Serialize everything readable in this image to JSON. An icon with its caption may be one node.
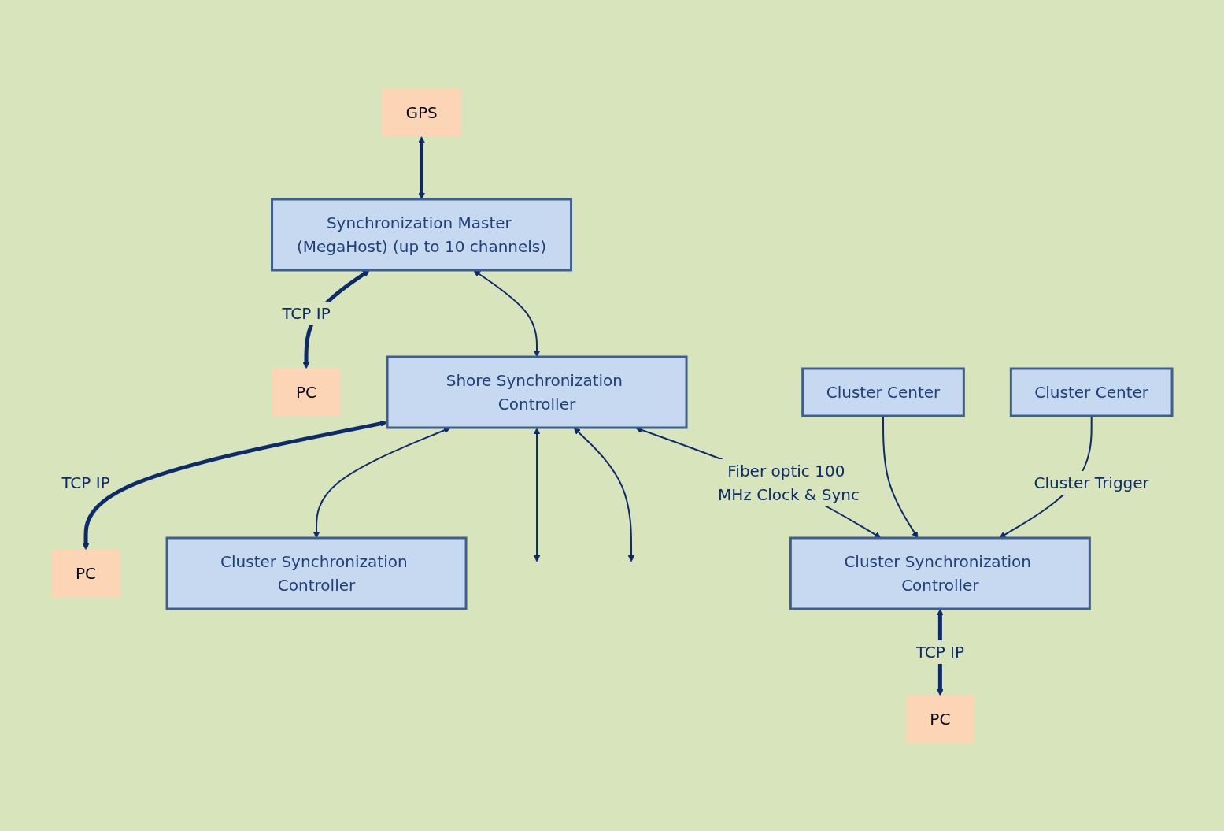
{
  "diagram": {
    "nodes": [
      {
        "text": [
          "GPS"
        ]
      },
      {
        "text": [
          "Synchronization Master (MegaHost) (up to 10 channels)"
        ]
      },
      {
        "text": [
          "PC"
        ]
      },
      {
        "text": [
          "Shore Synchronization Controller"
        ]
      },
      {
        "text": [
          "PC"
        ]
      },
      {
        "text": [
          "Cluster Synchronization Controller"
        ]
      },
      {
        "text": [
          "Cluster Synchronization Controller"
        ]
      },
      {
        "text": [
          "PC"
        ]
      },
      {
        "text": [
          "Cluster Center"
        ]
      },
      {
        "text": [
          "Cluster Center"
        ]
      }
    ],
    "edges": [
      {
        "from": 0,
        "to": 1,
        "arrow": "both",
        "style": "thick"
      },
      {
        "from": 1,
        "to": 2,
        "arrow": "both",
        "label": "TCP IP",
        "style": "thick"
      },
      {
        "from": 1,
        "to": 3,
        "arrow": "both"
      },
      {
        "from": 3,
        "to": 4,
        "arrow": "both",
        "label": "TCP IP",
        "style": "thick"
      },
      {
        "from": 3,
        "to": 5,
        "arrow": "both"
      },
      {
        "from": 3,
        "to": null,
        "arrow": "both"
      },
      {
        "from": 3,
        "to": null,
        "arrow": "both"
      },
      {
        "from": 3,
        "to": 6,
        "arrow": "both",
        "label": "Fiber optic 100 MHz Clock & Sync"
      },
      {
        "from": 6,
        "to": 7,
        "arrow": "both",
        "label": "TCP IP",
        "style": "thick"
      },
      {
        "from": 8,
        "to": 6,
        "arrow": "to"
      },
      {
        "from": 9,
        "to": 6,
        "arrow": "to",
        "label": "Cluster Trigger"
      }
    ]
  }
}
